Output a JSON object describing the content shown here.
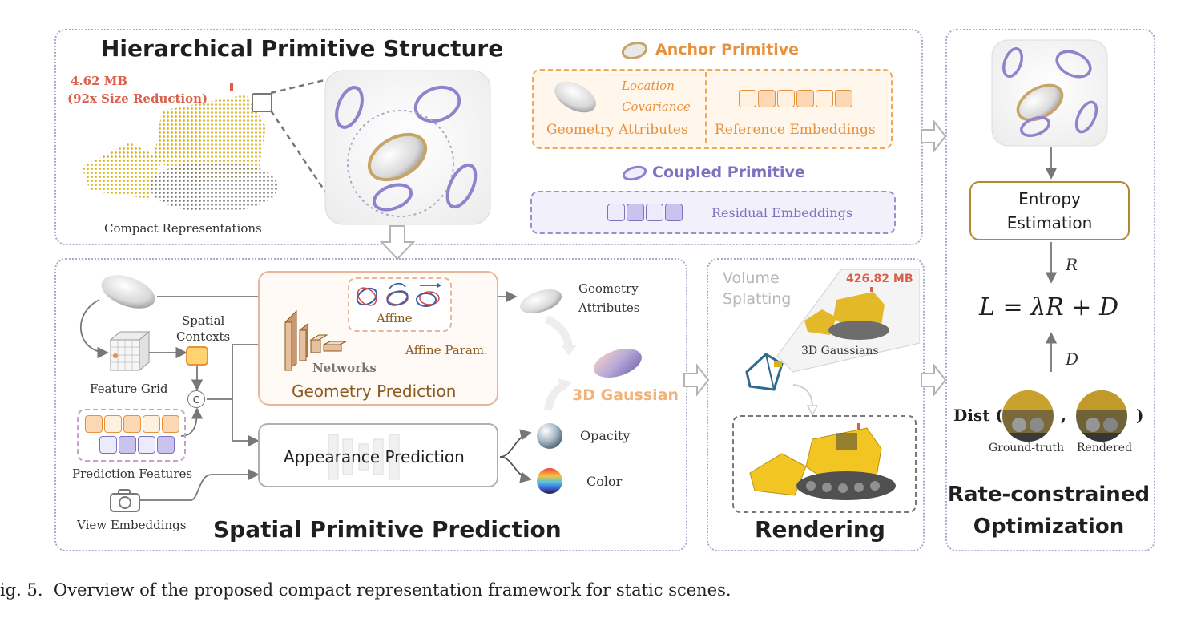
{
  "top_panel": {
    "title": "Hierarchical Primitive Structure",
    "size_label": "4.62 MB",
    "reduction_label": "(92x Size Reduction)",
    "compact_label": "Compact Representations",
    "anchor_title": "Anchor Primitive",
    "location_label": "Location",
    "covariance_label": "Covariance",
    "geometry_attr_label": "Geometry Attributes",
    "reference_emb_label": "Reference Embeddings",
    "coupled_title": "Coupled Primitive",
    "residual_emb_label": "Residual Embeddings"
  },
  "prediction_panel": {
    "title": "Spatial Primitive Prediction",
    "spatial_contexts_label": "Spatial\nContexts",
    "feature_grid_label": "Feature Grid",
    "concat_symbol": "C",
    "prediction_features_label": "Prediction Features",
    "view_embeddings_label": "View Embeddings",
    "affine_label": "Affine",
    "networks_label": "Networks",
    "affine_param_label": "Affine Param.",
    "geometry_prediction_label": "Geometry Prediction",
    "appearance_prediction_label": "Appearance Prediction",
    "geometry_attributes_label": "Geometry\nAttributes",
    "gaussian_label": "3D Gaussian",
    "opacity_label": "Opacity",
    "color_label": "Color"
  },
  "rendering_panel": {
    "title": "Rendering",
    "volume_label": "Volume\nSplatting",
    "size_label": "426.82 MB",
    "gaussians_label": "3D Gaussians"
  },
  "optimization_panel": {
    "title_line1": "Rate-constrained",
    "title_line2": "Optimization",
    "entropy_line1": "Entropy",
    "entropy_line2": "Estimation",
    "r_label": "R",
    "d_label": "D",
    "loss_formula": "L = λR + D",
    "dist_label": "Dist (",
    "dist_comma": ",",
    "dist_close": ")",
    "ground_truth_label": "Ground-truth",
    "rendered_label": "Rendered"
  },
  "caption": "ig. 5.  Overview of the proposed compact representation framework for static scenes.",
  "colors": {
    "orange": "#e8913d",
    "purple": "#7e72c0",
    "red_label": "#d9604a",
    "brown": "#8b5a1e",
    "gold_box": "#b08a2e"
  }
}
